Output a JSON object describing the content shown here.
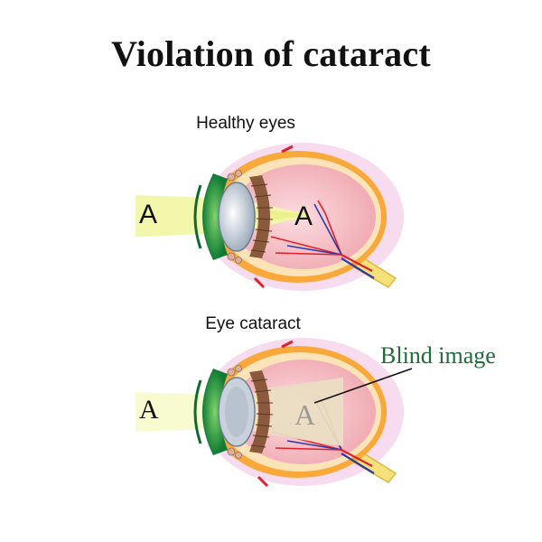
{
  "title": "Violation of cataract",
  "diagrams": [
    {
      "caption": "Healthy eyes",
      "object_letter": "A",
      "image_letter": "A"
    },
    {
      "caption": "Eye cataract",
      "object_letter": "A",
      "image_letter": "A"
    }
  ],
  "annotation": {
    "label": "Blind image",
    "color": "#1f6b3a"
  },
  "colors": {
    "sclera": "#f8a93a",
    "sclera_inner": "#fde3b8",
    "vitreous": "#f7c2c8",
    "iris": "#1f9e4a",
    "lens": "#cfd8e3",
    "light_beam": "#f2f7a8",
    "ciliary": "#8b5a3c",
    "blood_red": "#e0202a",
    "blood_blue": "#2a3aa8",
    "outer_halo": "#f7dcef"
  }
}
